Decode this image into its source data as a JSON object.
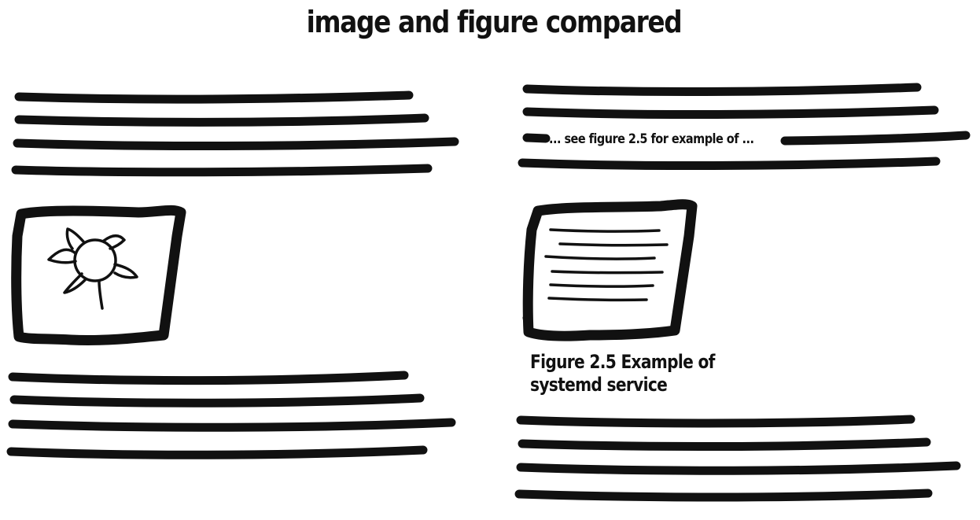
{
  "title": "image and figure compared",
  "left_panel": {
    "image_icon": "flower-sketch-icon"
  },
  "right_panel": {
    "inline_reference": "... see figure 2.5 for example of ...",
    "figure_icon": "document-sketch-icon",
    "caption": "Figure 2.5 Example of systemd service"
  },
  "colors": {
    "ink": "#111111",
    "background": "#ffffff"
  }
}
